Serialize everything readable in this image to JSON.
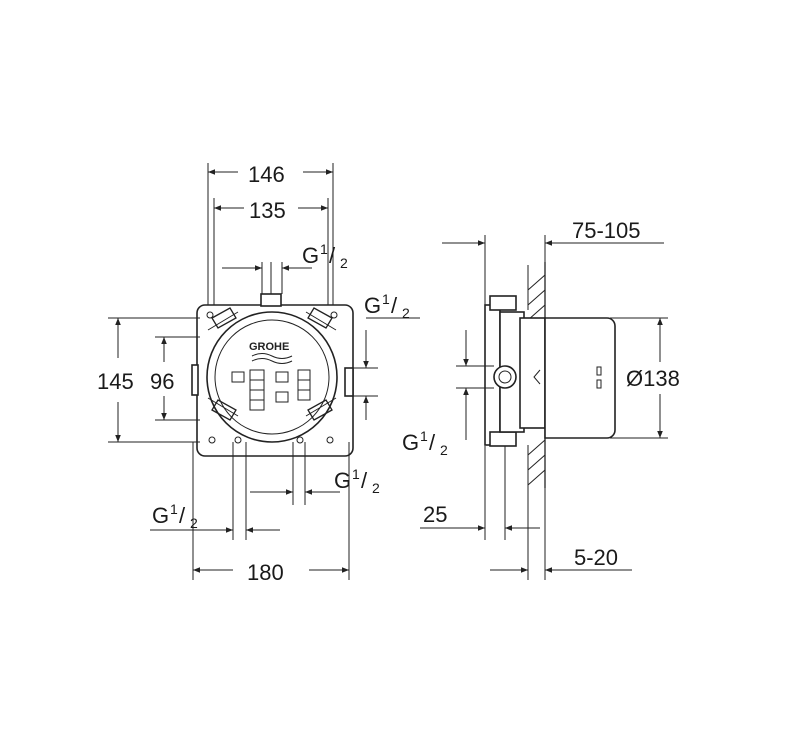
{
  "front_view": {
    "dim_width_outer": "146",
    "dim_width_inner": "135",
    "dim_height_outer": "145",
    "dim_height_inner": "96",
    "dim_bottom_width": "180",
    "logo_text": "GROHE",
    "connection_top": {
      "letter": "G",
      "num": "1",
      "den": "2"
    },
    "connection_right": {
      "letter": "G",
      "num": "1",
      "den": "2"
    },
    "connection_bottom_right": {
      "letter": "G",
      "num": "1",
      "den": "2"
    },
    "connection_bottom_left": {
      "letter": "G",
      "num": "1",
      "den": "2"
    }
  },
  "side_view": {
    "dim_depth_range": "75-105",
    "dim_diameter": "Ø138",
    "dim_offset": "25",
    "dim_wall_range": "5-20",
    "connection_left": {
      "letter": "G",
      "num": "1",
      "den": "2"
    }
  },
  "colors": {
    "line": "#222222",
    "background": "#ffffff"
  }
}
